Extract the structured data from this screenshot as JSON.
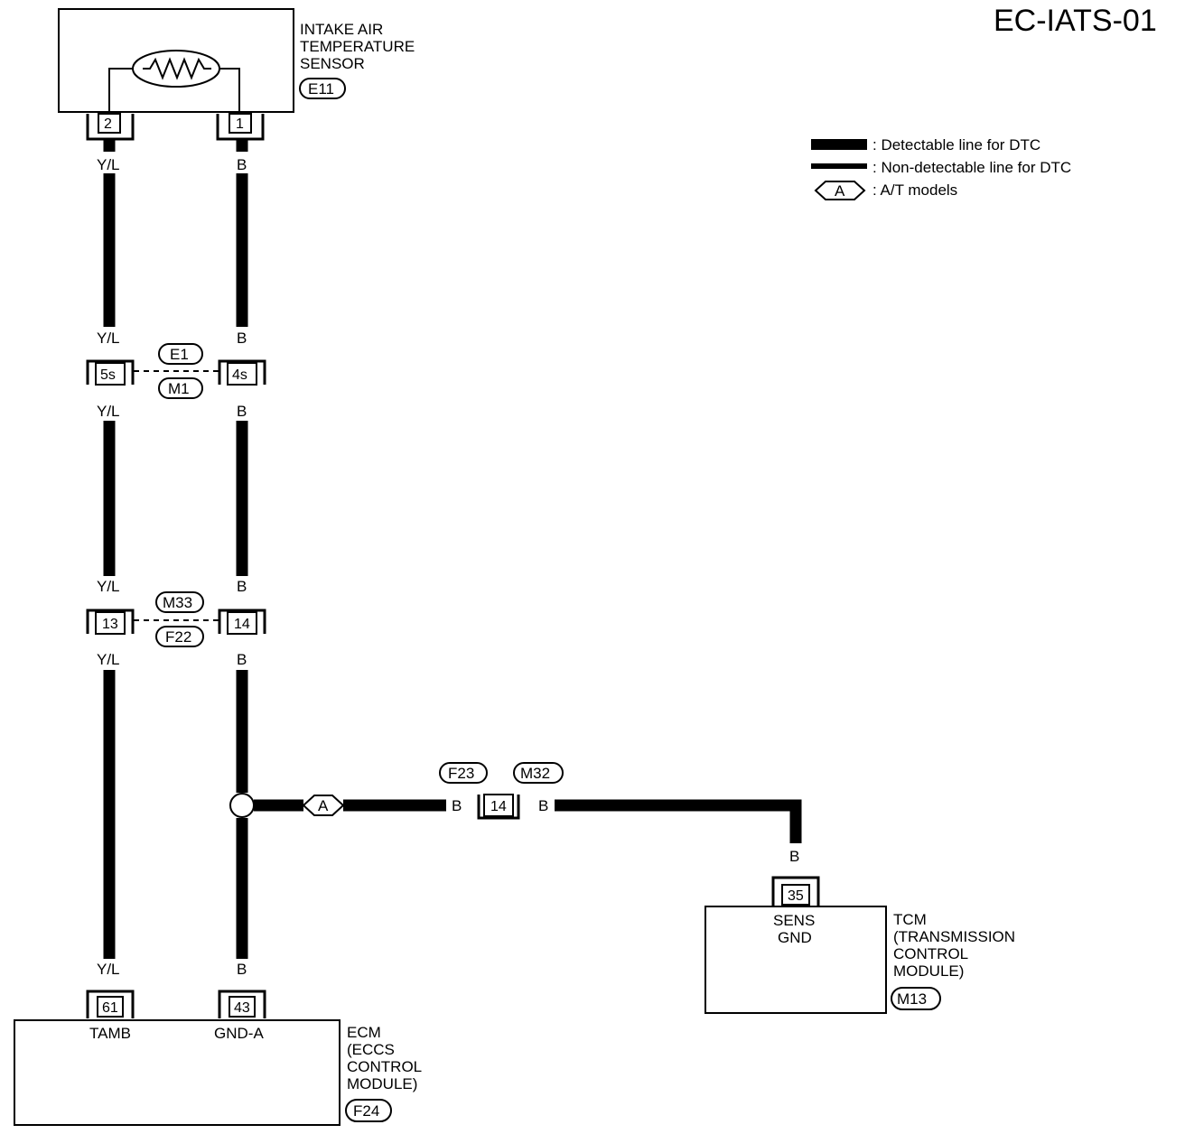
{
  "title": "EC-IATS-01",
  "legend": {
    "detectable": ": Detectable line for DTC",
    "non_detectable": ": Non-detectable line for DTC",
    "at_models_symbol": "A",
    "at_models": ": A/T models"
  },
  "sensor": {
    "name_line1": "INTAKE AIR",
    "name_line2": "TEMPERATURE",
    "name_line3": "SENSOR",
    "connector": "E11",
    "pin_left": "2",
    "pin_right": "1"
  },
  "wires": {
    "left_color": "Y/L",
    "right_color": "B"
  },
  "junction1": {
    "left_pin": "5s",
    "right_pin": "4s",
    "top_connector": "E1",
    "bottom_connector": "M1"
  },
  "junction2": {
    "left_pin": "13",
    "right_pin": "14",
    "top_connector": "M33",
    "bottom_connector": "F22"
  },
  "branch": {
    "at_symbol": "A",
    "wire_color": "B",
    "connector_pin": "14",
    "left_connector": "F23",
    "right_connector": "M32"
  },
  "ecm": {
    "pin_left": "61",
    "pin_right": "43",
    "label_left": "TAMB",
    "label_right": "GND-A",
    "name_line1": "ECM",
    "name_line2": "(ECCS",
    "name_line3": "CONTROL",
    "name_line4": "MODULE)",
    "connector": "F24"
  },
  "tcm": {
    "pin": "35",
    "label_line1": "SENS",
    "label_line2": "GND",
    "name_line1": "TCM",
    "name_line2": "(TRANSMISSION",
    "name_line3": "CONTROL",
    "name_line4": "MODULE)",
    "connector": "M13"
  }
}
